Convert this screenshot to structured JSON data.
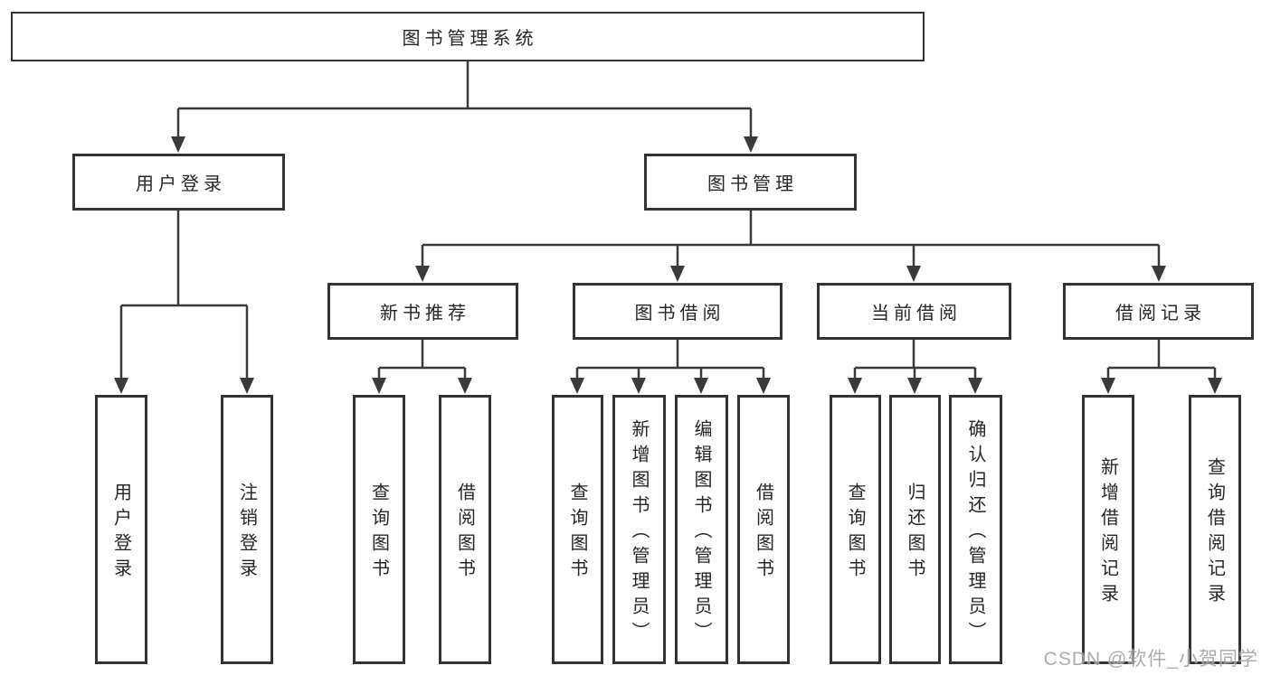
{
  "diagram_title": "图书管理系统",
  "colors": {
    "line": "#3a3a3a",
    "box_border": "#333333",
    "text": "#262626",
    "watermark": "#9e9e9e",
    "background": "#ffffff"
  },
  "nodes": [
    {
      "id": "system",
      "label": "图书管理系统",
      "parent": null
    },
    {
      "id": "user-login",
      "label": "用户登录",
      "parent": "system"
    },
    {
      "id": "book-management",
      "label": "图书管理",
      "parent": "system"
    },
    {
      "id": "new-book-recommend",
      "label": "新书推荐",
      "parent": "book-management"
    },
    {
      "id": "book-borrowing",
      "label": "图书借阅",
      "parent": "book-management"
    },
    {
      "id": "current-borrowing",
      "label": "当前借阅",
      "parent": "book-management"
    },
    {
      "id": "borrowing-records",
      "label": "借阅记录",
      "parent": "book-management"
    },
    {
      "id": "login-action",
      "label": "用户登录",
      "parent": "user-login"
    },
    {
      "id": "logout-action",
      "label": "注销登录",
      "parent": "user-login"
    },
    {
      "id": "nb-query-books",
      "label": "查询图书",
      "parent": "new-book-recommend"
    },
    {
      "id": "nb-borrow-books",
      "label": "借阅图书",
      "parent": "new-book-recommend"
    },
    {
      "id": "bb-query-books",
      "label": "查询图书",
      "parent": "book-borrowing"
    },
    {
      "id": "bb-add-books",
      "label": "新增图书（管理员）",
      "parent": "book-borrowing"
    },
    {
      "id": "bb-edit-books",
      "label": "编辑图书（管理员）",
      "parent": "book-borrowing"
    },
    {
      "id": "bb-borrow-books",
      "label": "借阅图书",
      "parent": "book-borrowing"
    },
    {
      "id": "cb-query-books",
      "label": "查询图书",
      "parent": "current-borrowing"
    },
    {
      "id": "cb-return-books",
      "label": "归还图书",
      "parent": "current-borrowing"
    },
    {
      "id": "cb-confirm-return",
      "label": "确认归还（管理员）",
      "parent": "current-borrowing"
    },
    {
      "id": "br-add-record",
      "label": "新增借阅记录",
      "parent": "borrowing-records"
    },
    {
      "id": "br-query-record",
      "label": "查询借阅记录",
      "parent": "borrowing-records"
    }
  ],
  "watermark": {
    "text": "CSDN @软件_小贺同学"
  }
}
